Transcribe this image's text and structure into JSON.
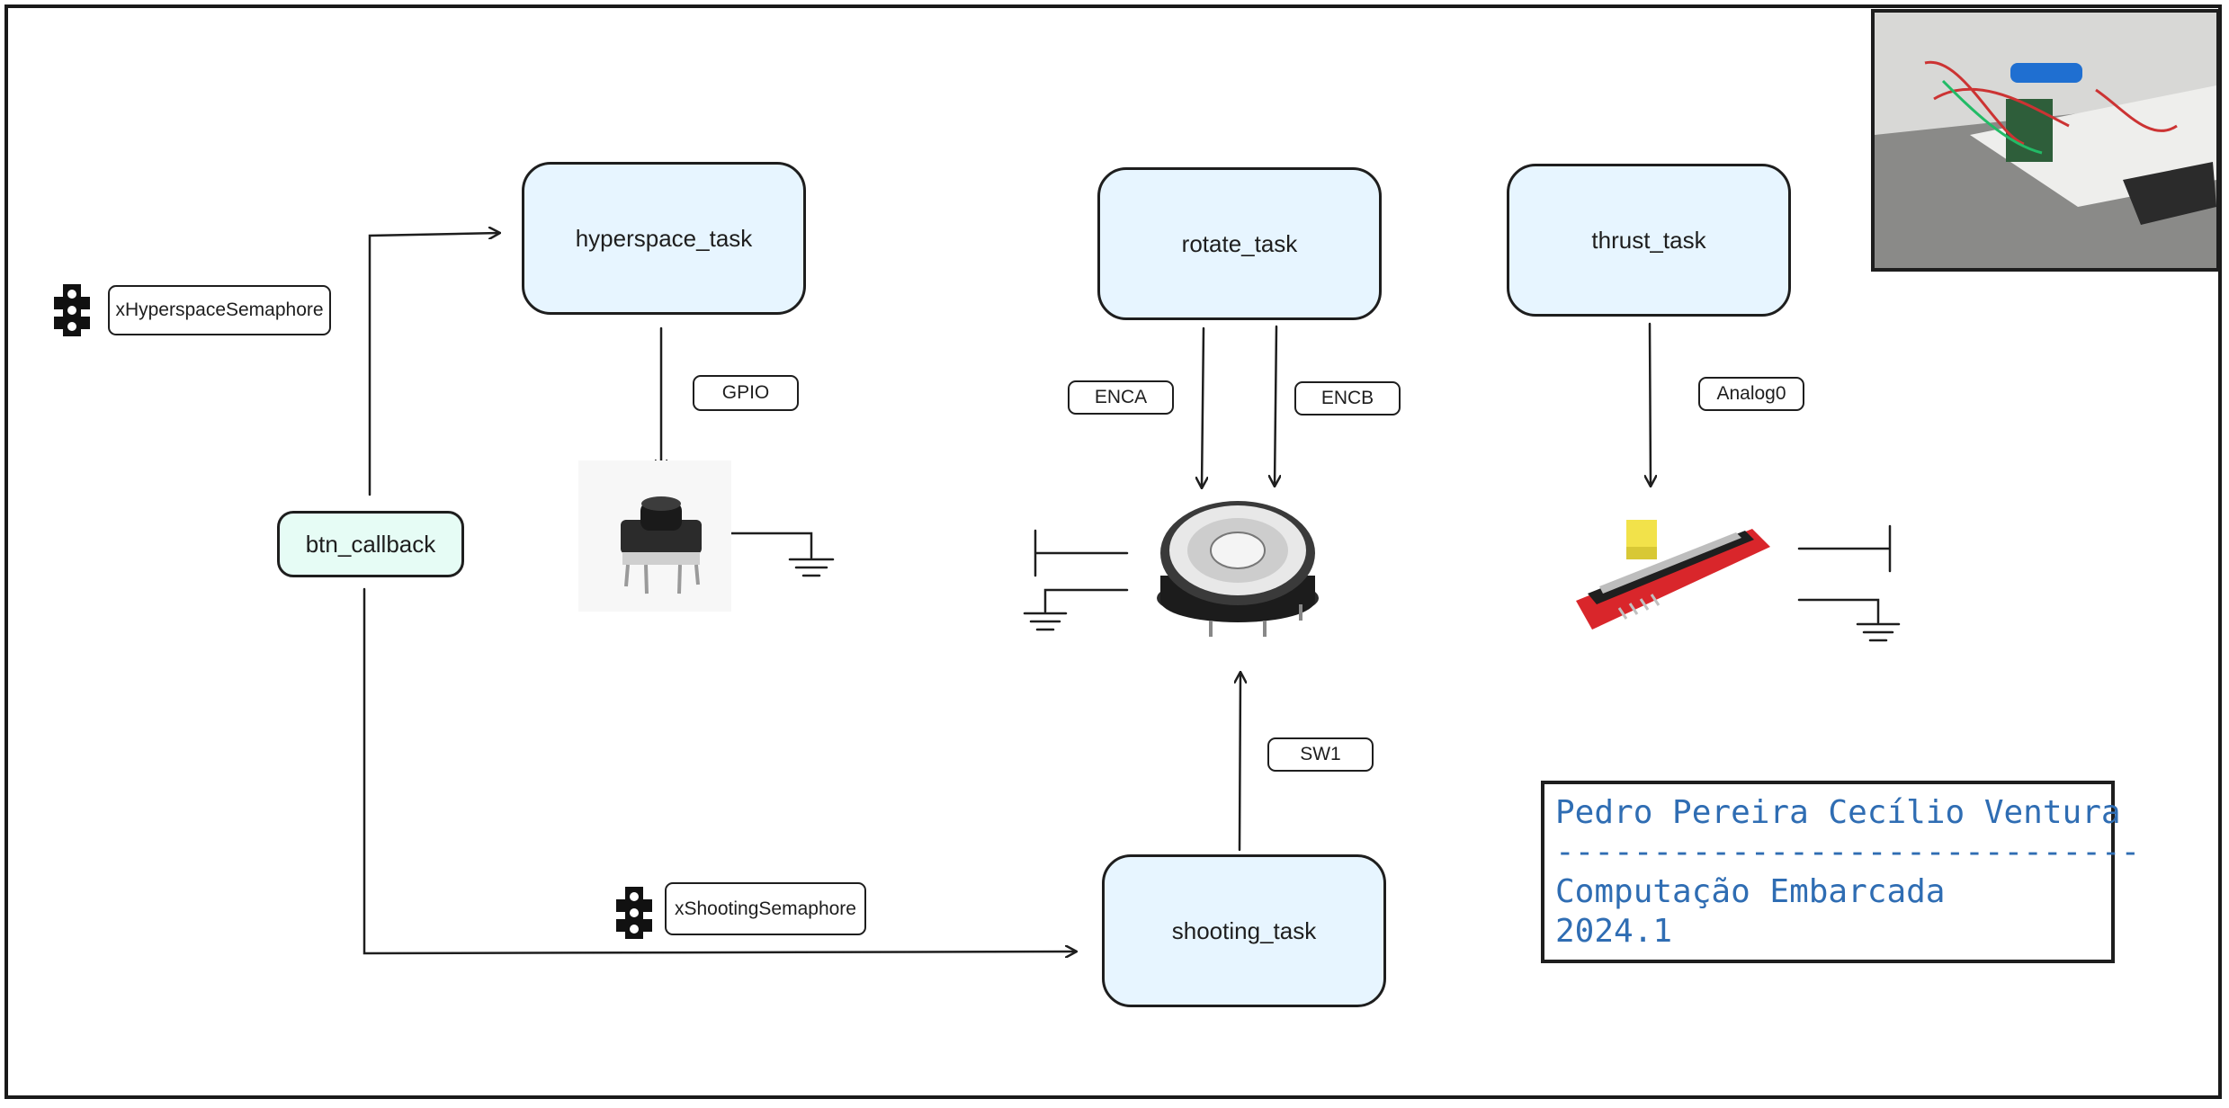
{
  "tasks": {
    "hyperspace": "hyperspace_task",
    "rotate": "rotate_task",
    "thrust": "thrust_task",
    "shooting": "shooting_task"
  },
  "callback": "btn_callback",
  "semaphores": {
    "hyperspace": "xHyperspaceSemaphore",
    "shooting": "xShootingSemaphore",
    "icon": "traffic-light-icon"
  },
  "signals": {
    "gpio": "GPIO",
    "enca": "ENCA",
    "encb": "ENCB",
    "analog": "Analog0",
    "sw1": "SW1"
  },
  "credits": {
    "author": "Pedro Pereira Cecílio Ventura",
    "divider": "------------------------------",
    "course": "Computação Embarcada",
    "term": "2024.1"
  },
  "colors": {
    "task_fill": "#e7f5ff",
    "callback_fill": "#e6fcf5",
    "credits_text": "#2f6db3",
    "stroke": "#1e1e1e"
  }
}
